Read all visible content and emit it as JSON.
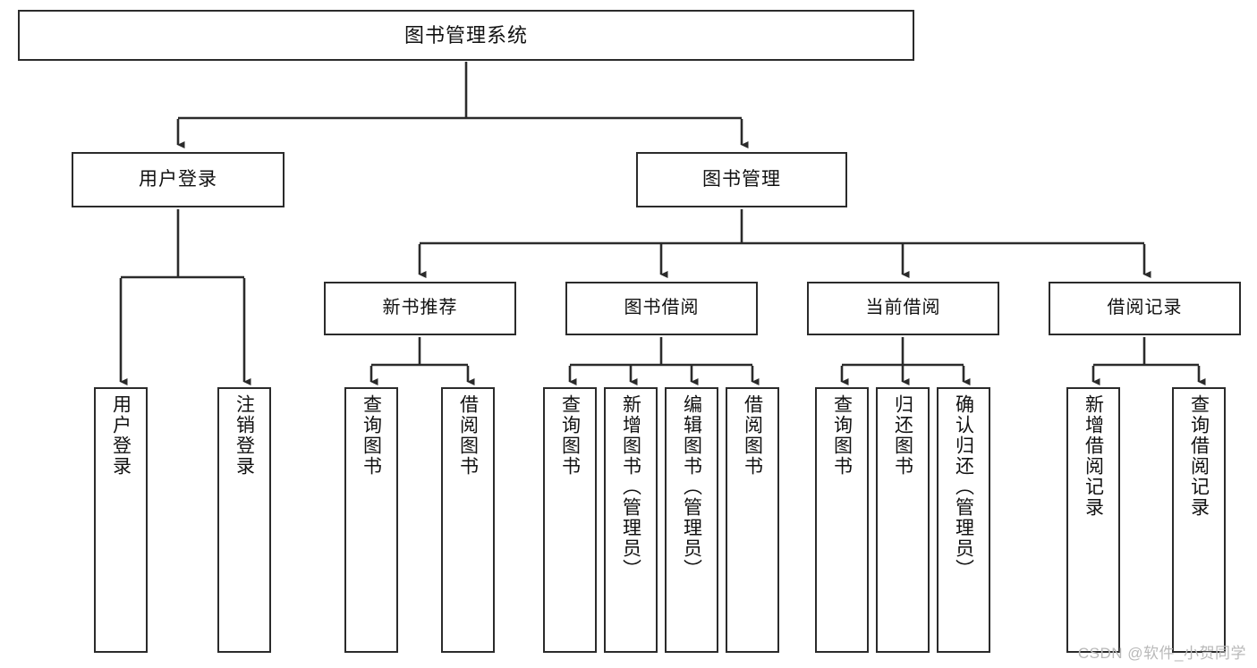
{
  "diagram": {
    "title": "图书管理系统",
    "type": "tree-hierarchy-chart",
    "watermark": "CSDN @软件_小贺同学",
    "colors": {
      "box_border": "#2b2b2b",
      "box_fill": "#ffffff",
      "edge": "#2b2b2b",
      "text": "#111111",
      "watermark": "#b9b9b9",
      "background": "#ffffff"
    },
    "root": {
      "label": "图书管理系统"
    },
    "level2": [
      {
        "label": "用户登录"
      },
      {
        "label": "图书管理"
      }
    ],
    "level3": [
      {
        "label": "新书推荐"
      },
      {
        "label": "图书借阅"
      },
      {
        "label": "当前借阅"
      },
      {
        "label": "借阅记录"
      }
    ],
    "leaves": {
      "user_login": [
        {
          "label": "用户登录"
        },
        {
          "label": "注销登录"
        }
      ],
      "new_book_recommend": [
        {
          "label": "查询图书"
        },
        {
          "label": "借阅图书"
        }
      ],
      "book_borrow": [
        {
          "label": "查询图书"
        },
        {
          "label": "新增图书（管理员）"
        },
        {
          "label": "编辑图书（管理员）"
        },
        {
          "label": "借阅图书"
        }
      ],
      "current_borrow": [
        {
          "label": "查询图书"
        },
        {
          "label": "归还图书"
        },
        {
          "label": "确认归还（管理员）"
        }
      ],
      "borrow_record": [
        {
          "label": "新增借阅记录"
        },
        {
          "label": "查询借阅记录"
        }
      ]
    }
  }
}
